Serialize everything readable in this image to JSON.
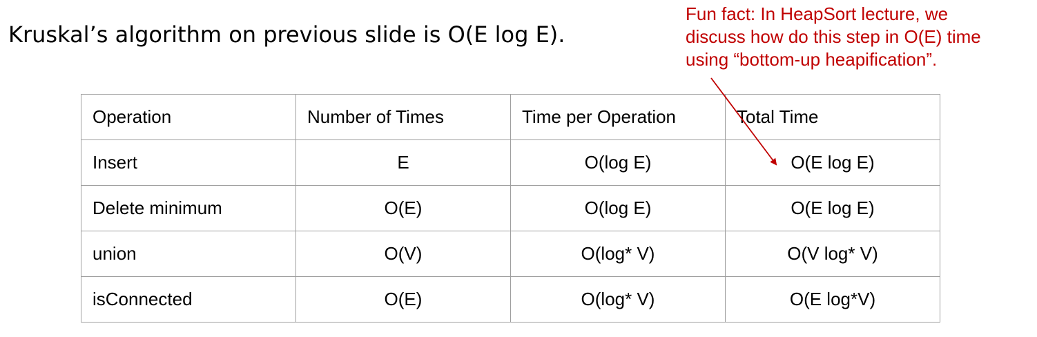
{
  "heading": "Kruskal’s algorithm on previous slide is O(E log E).",
  "note": {
    "lines": [
      "Fun fact: In HeapSort lecture, we",
      "discuss how do this step in O(E) time",
      "using “bottom-up heapification”."
    ],
    "color": "#c00000"
  },
  "table": {
    "headers": [
      "Operation",
      "Number of Times",
      "Time per Operation",
      "Total Time"
    ],
    "rows": [
      [
        "Insert",
        "E",
        "O(log E)",
        "O(E log E)"
      ],
      [
        "Delete minimum",
        "O(E)",
        "O(log E)",
        "O(E log E)"
      ],
      [
        "union",
        "O(V)",
        "O(log* V)",
        "O(V log* V)"
      ],
      [
        "isConnected",
        "O(E)",
        "O(log* V)",
        "O(E log*V)"
      ]
    ]
  }
}
